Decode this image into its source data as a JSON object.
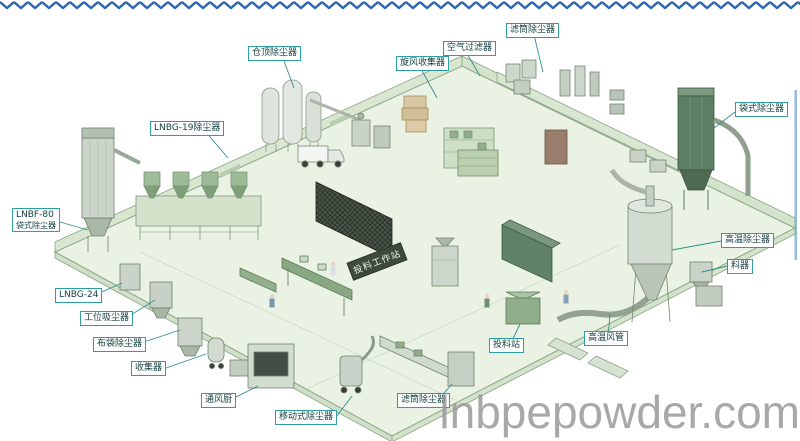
{
  "watermark": {
    "text": "lnbpepowder.com"
  },
  "labels": [
    {
      "text": "仓顶除尘器"
    },
    {
      "text": "旋风收集器"
    },
    {
      "text": "空气过滤器"
    },
    {
      "text": "滤筒除尘器"
    },
    {
      "text": "袋式除尘器"
    },
    {
      "text": "LNBG-19除尘器"
    },
    {
      "text": "LNBF-80",
      "sub": "袋式除尘器"
    },
    {
      "text": "LNBG-24"
    },
    {
      "text": "工位吸尘器"
    },
    {
      "text": "布袋除尘器"
    },
    {
      "text": "收集器"
    },
    {
      "text": "通风厨"
    },
    {
      "text": "移动式除尘器"
    },
    {
      "text": "滤筒除尘器"
    },
    {
      "text": "投料工作站"
    },
    {
      "text": "投料站"
    },
    {
      "text": "高温风管"
    },
    {
      "text": "高温除尘器"
    },
    {
      "text": "料器"
    }
  ],
  "colors": {
    "label_border": "#2f9e9e",
    "label_text": "#123d3d",
    "dark_label_bg": "#3c4b3c",
    "floor": "#eaf2e3",
    "wall": "#d9e7d1",
    "equipment_gray": "#ccd5ca",
    "equipment_dark_green": "#5d7f63",
    "zigzag_border": "#2e66ad",
    "watermark_gray": "#9a9a9a"
  }
}
